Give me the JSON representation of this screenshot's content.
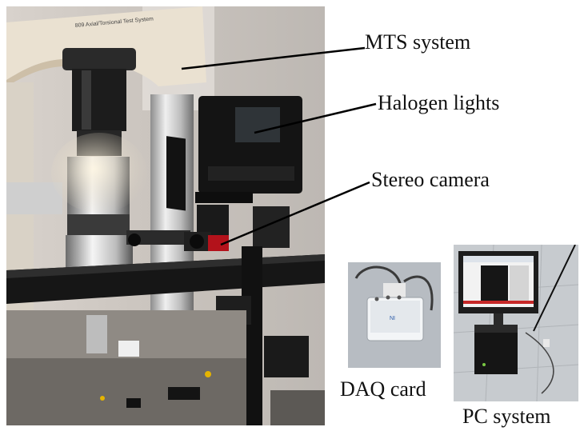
{
  "labels": {
    "mts": "MTS system",
    "halogen": "Halogen lights",
    "stereo": "Stereo camera",
    "daq": "DAQ card",
    "pc": "PC system"
  },
  "machine_plate": "809 Axial/Torsional Test System",
  "daq_logo": "NI",
  "colors": {
    "background": "#ffffff",
    "text": "#111111",
    "wall": "#cfcac5",
    "frame_cream": "#e9dfcf",
    "steel": "#c9c9c9",
    "dark": "#1b1b1b",
    "camera_red": "#b3121b"
  }
}
